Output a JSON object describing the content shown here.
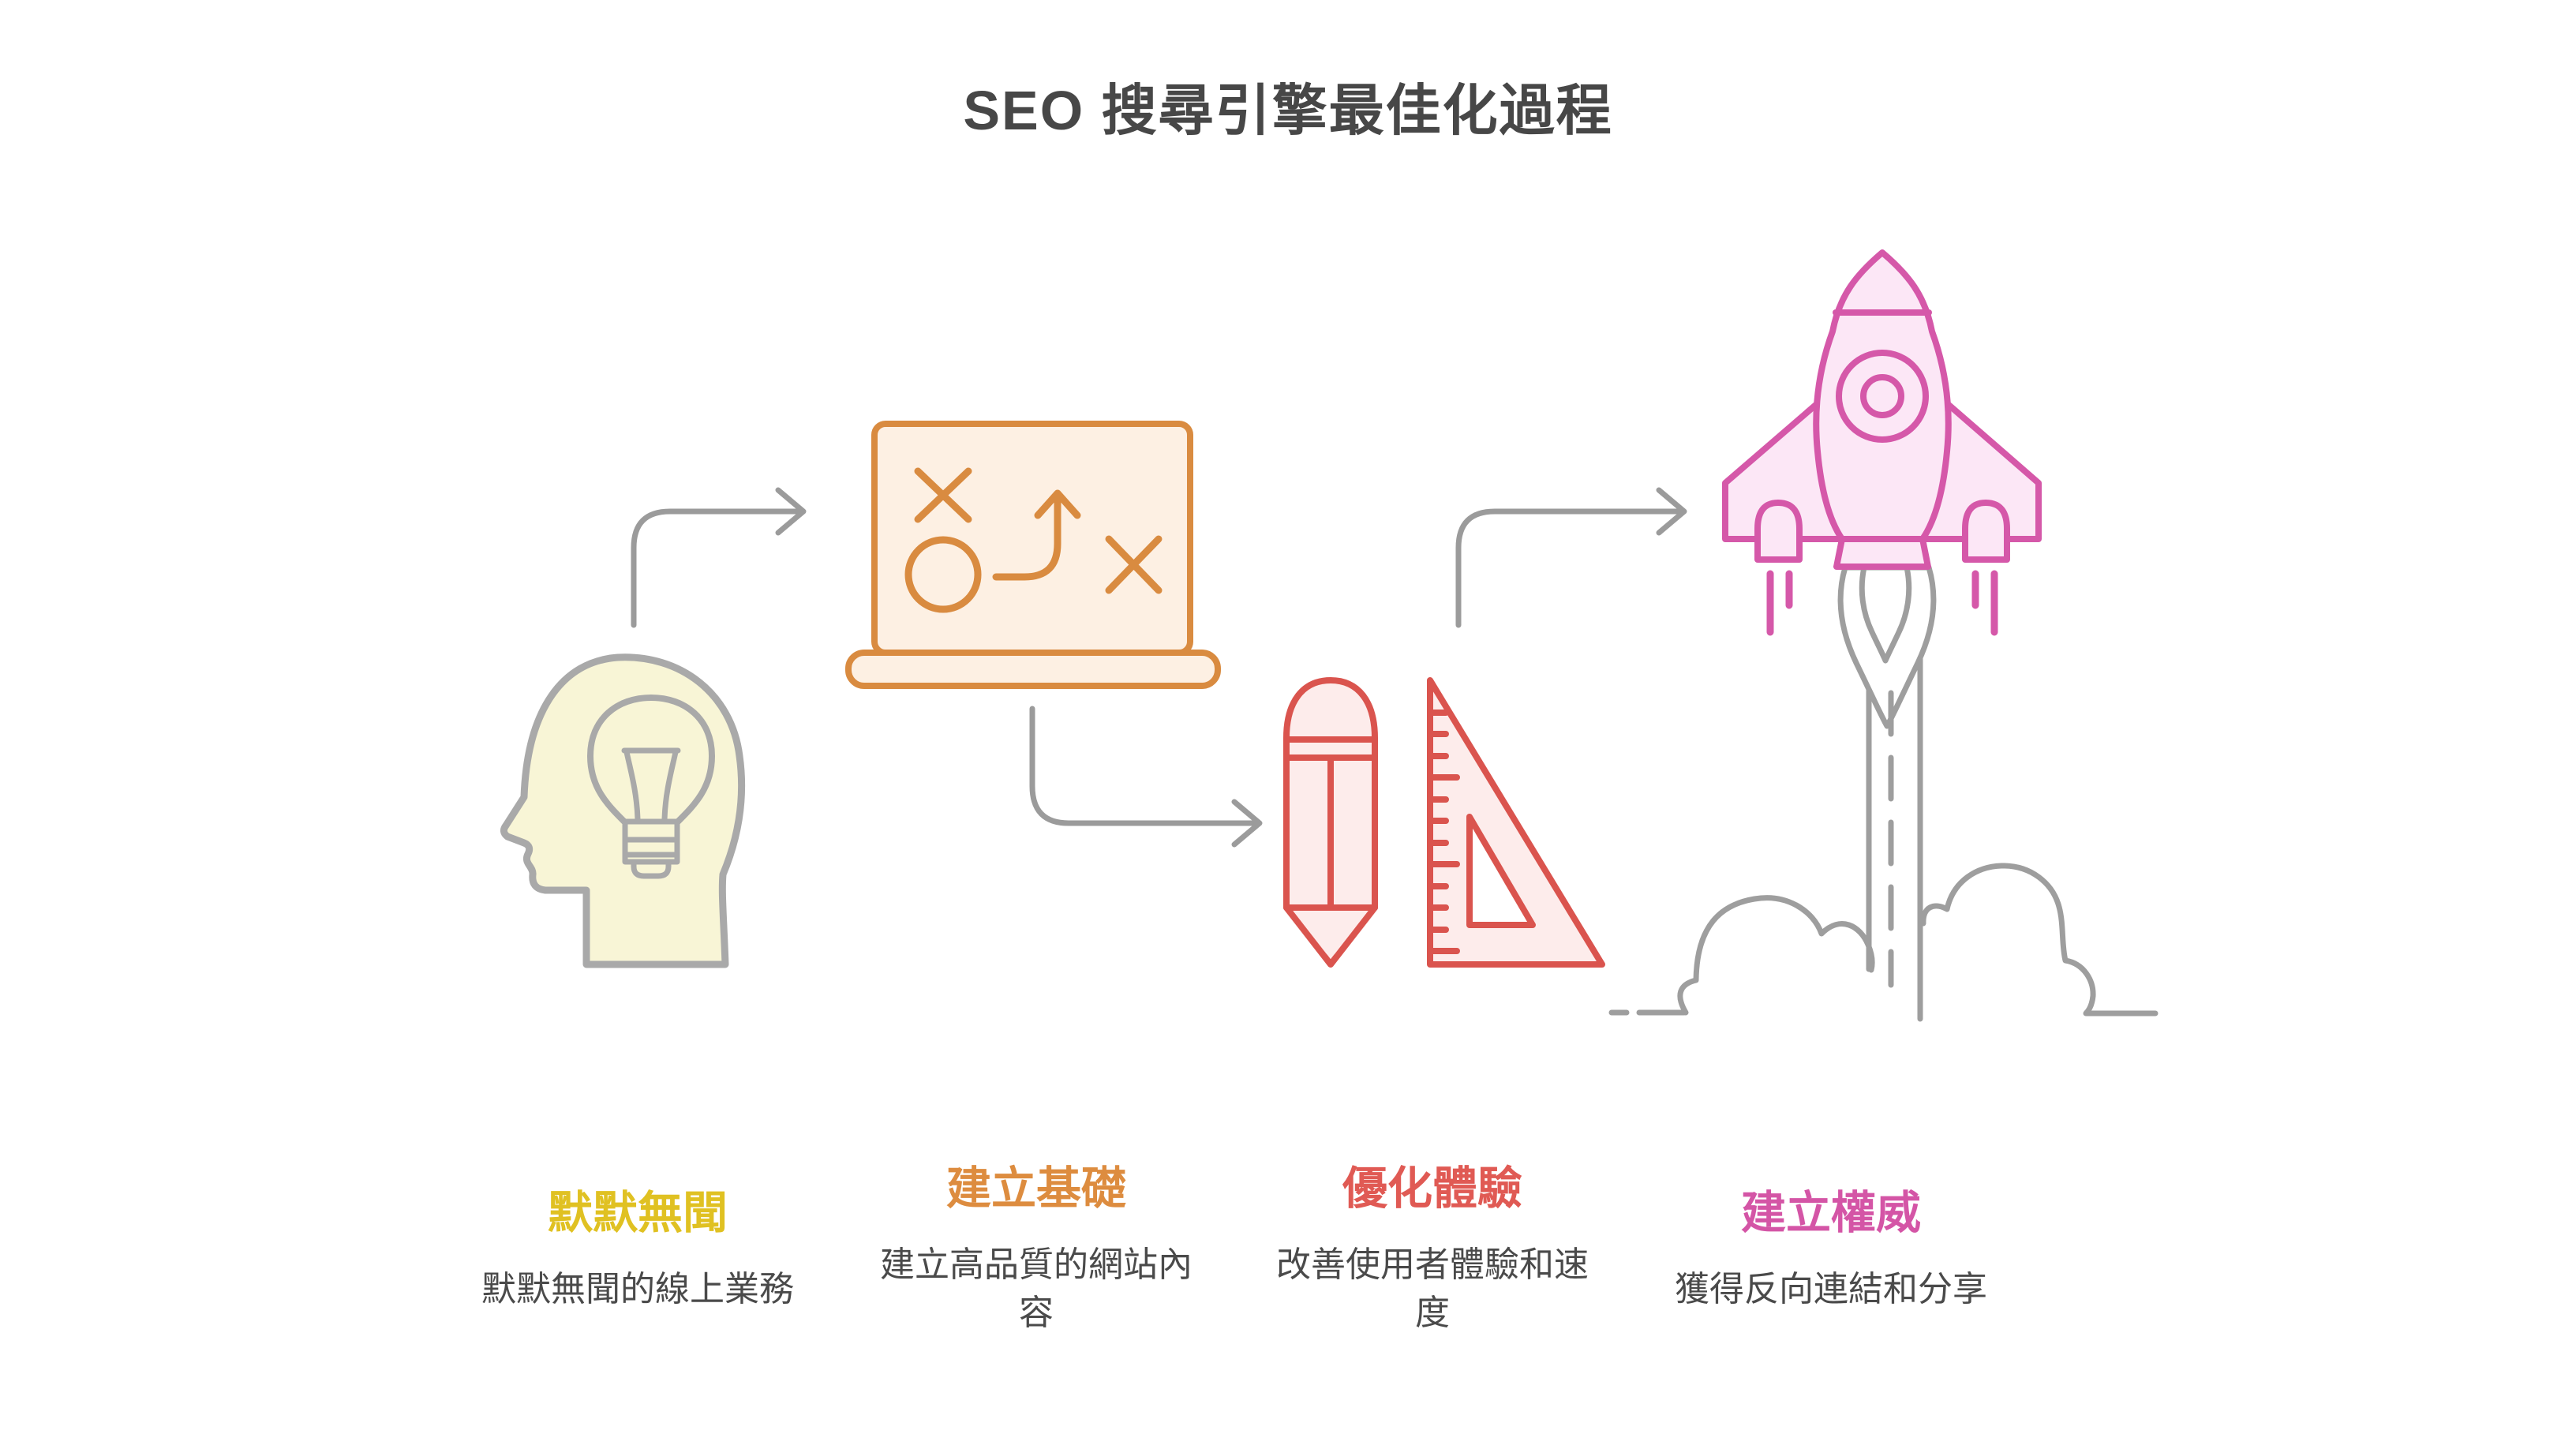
{
  "page": {
    "title": "SEO 搜尋引擎最佳化過程",
    "background_color": "#ffffff",
    "title_color": "#474747",
    "description_text_color": "#4a4a4a"
  },
  "connectors": {
    "color": "#9b9b9b",
    "style": "rounded-elbow-arrows",
    "count": 3
  },
  "stages": [
    {
      "id": "unknown",
      "label": "默默無聞",
      "description": "默默無聞的線上業務",
      "color": "#e0c122",
      "icon": "head-lightbulb-icon",
      "icon_fill": "#f8f5d6",
      "icon_stroke": "#a9a9a9"
    },
    {
      "id": "foundation",
      "label": "建立基礎",
      "description": "建立高品質的網站內容",
      "color": "#dd8c3f",
      "icon": "strategy-board-icon",
      "icon_fill": "#fdf0e3",
      "icon_stroke": "#d98b40"
    },
    {
      "id": "optimize",
      "label": "優化體驗",
      "description": "改善使用者體驗和速度",
      "color": "#e05a54",
      "icon": "pencil-ruler-icon",
      "icon_fill": "#fdeceb",
      "icon_stroke": "#da544e"
    },
    {
      "id": "authority",
      "label": "建立權威",
      "description": "獲得反向連結和分享",
      "color": "#d455a6",
      "icon": "rocket-launch-icon",
      "icon_fill": "#fce7f6",
      "icon_stroke": "#d558a9",
      "exhaust_color": "#9e9e9e"
    }
  ]
}
